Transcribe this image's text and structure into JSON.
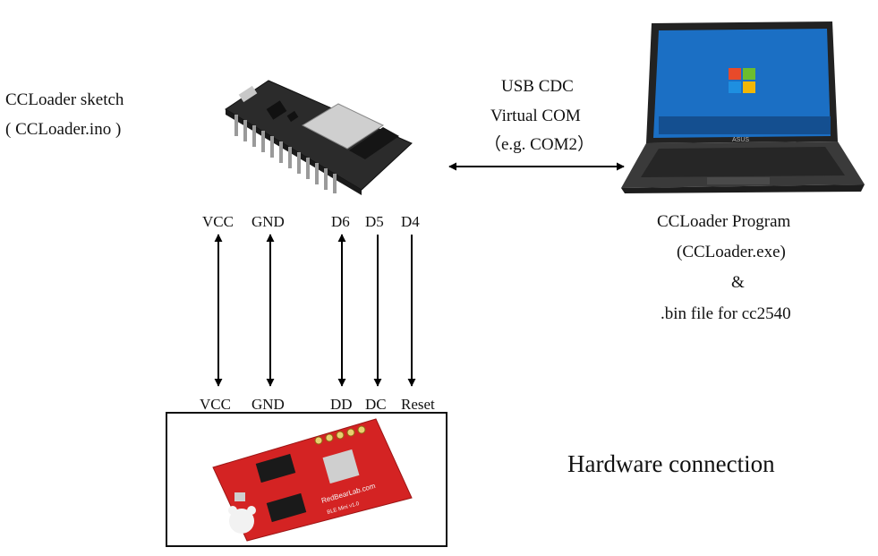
{
  "sketch": {
    "line1": "CCLoader sketch",
    "line2": "( CCLoader.ino )"
  },
  "usb": {
    "line1": "USB CDC",
    "line2": "Virtual COM",
    "line3": "（e.g. COM2）"
  },
  "program": {
    "line1": "CCLoader Program",
    "line2": "(CCLoader.exe)",
    "line3": "&",
    "line4": ".bin file for cc2540"
  },
  "board_pins": {
    "vcc": "VCC",
    "gnd": "GND",
    "d6": "D6",
    "d5": "D5",
    "d4": "D4"
  },
  "target_pins": {
    "vcc": "VCC",
    "gnd": "GND",
    "dd": "DD",
    "dc": "DC",
    "reset": "Reset"
  },
  "caption": "Hardware connection",
  "laptop": {
    "brand": "ASUS"
  },
  "target_board": {
    "silk": "RedBearLab.com",
    "model": "BLE Mini v1.0"
  },
  "colors": {
    "mcu_board": "#2b2b2b",
    "target_board": "#d42323",
    "screen": "#1b6fc4",
    "wire": "#000000"
  }
}
